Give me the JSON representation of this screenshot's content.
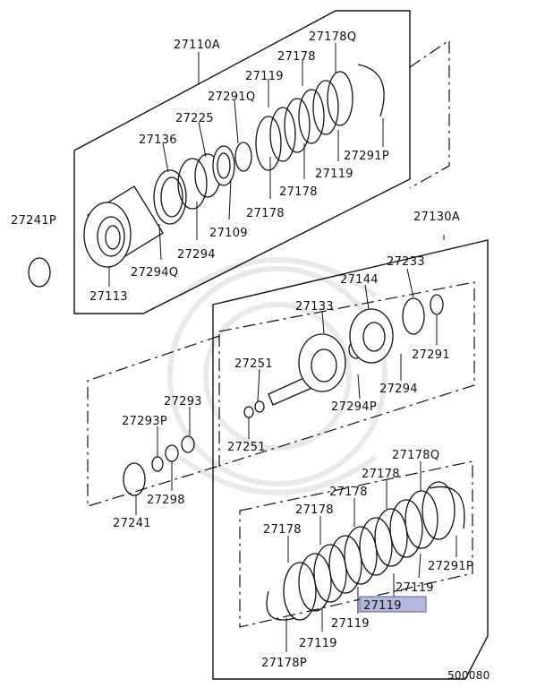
{
  "labels": {
    "p27110A": "27110A",
    "p27178Q_top": "27178Q",
    "p27178_top1": "27178",
    "p27119_top1": "27119",
    "p27291Q": "27291Q",
    "p27225": "27225",
    "p27136": "27136",
    "p27291P_top": "27291P",
    "p27119_top2": "27119",
    "p27178_top2": "27178",
    "p27178_top3": "27178",
    "p27109": "27109",
    "p27294_top": "27294",
    "p27294Q": "27294Q",
    "p27113": "27113",
    "p27241P": "27241P",
    "p27130A": "27130A",
    "p27233": "27233",
    "p27144": "27144",
    "p27133": "27133",
    "p27291": "27291",
    "p27294_mid": "27294",
    "p27294P": "27294P",
    "p27251_top": "27251",
    "p27251_bot": "27251",
    "p27293": "27293",
    "p27293P": "27293P",
    "p27298": "27298",
    "p27241": "27241",
    "p27178Q_bot": "27178Q",
    "p27178_b1": "27178",
    "p27178_b2": "27178",
    "p27178_b3": "27178",
    "p27178_b4": "27178",
    "p27291P_bot": "27291P",
    "p27119_b1": "27119",
    "p27119_highlight": "27119",
    "p27119_b2": "27119",
    "p27119_b3": "27119",
    "p27178P": "27178P",
    "diagram_id": "500080"
  },
  "colors": {
    "highlight": "#b4b8dc",
    "line": "#111111"
  }
}
